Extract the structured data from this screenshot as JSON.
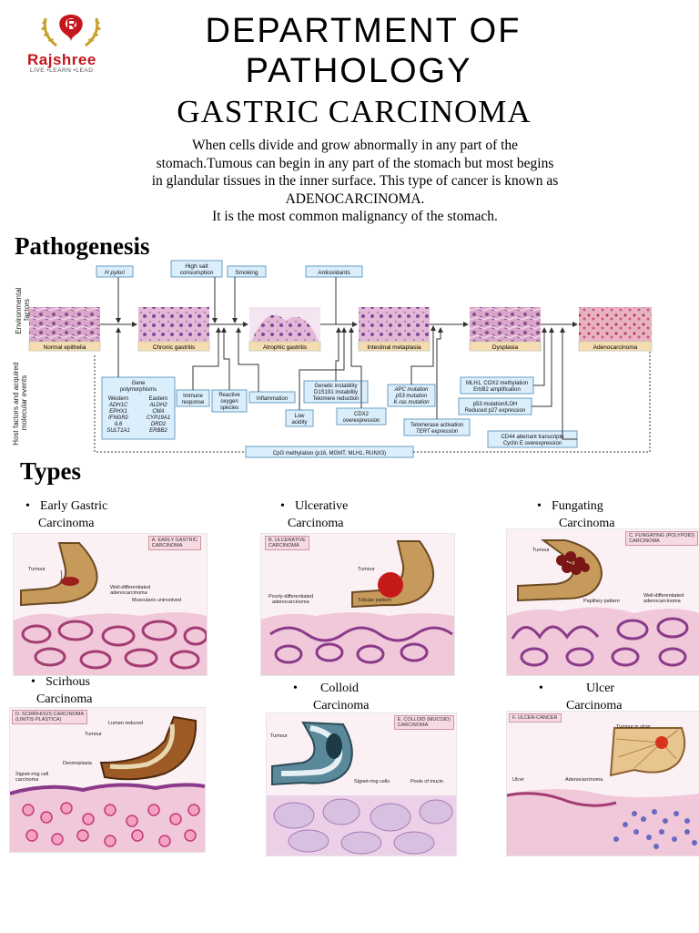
{
  "logo": {
    "name": "Rajshree",
    "tagline": "LIVE •LEARN •LEAD"
  },
  "header": {
    "line1": "DEPARTMENT OF",
    "line2": "PATHOLOGY",
    "subtitle": "GASTRIC CARCINOMA"
  },
  "intro": {
    "line1": "When cells divide and grow abnormally in any part of the",
    "line2": "stomach.Tumous can begin in any part of the stomach but most begins",
    "line3": "in glandular tissues in the inner surface.  This type of cancer is known as",
    "line4": "ADENOCARCINOMA.",
    "line5": "It is the most common malignancy  of the stomach."
  },
  "pathogenesis": {
    "heading": "Pathogenesis",
    "side_top": [
      "Environmental",
      "factors"
    ],
    "side_bottom": [
      "Host factors and acquired",
      "molecular events"
    ],
    "stages": [
      "Normal epithelia",
      "Chronic gastritis",
      "Atrophic gastritis",
      "Intestinal metaplasia",
      "Dysplasia",
      "Adenocarcinoma"
    ],
    "env": {
      "hpylori": "H pylori",
      "salt1": "High salt",
      "salt2": "consumption",
      "smoking": "Smoking",
      "antiox": "Antioxidants"
    },
    "host": {
      "gene_title1": "Gene",
      "gene_title2": "polymorphisms",
      "western": "Western",
      "eastern": "Eastern",
      "w_genes": [
        "ADH1C",
        "EPHX1",
        "IFNGR2",
        "IL6",
        "SULT1A1"
      ],
      "e_genes": [
        "ALDH2",
        "CMA",
        "CYP19A1",
        "DRD2",
        "ERBB2"
      ],
      "immune": [
        "Immune",
        "response"
      ],
      "ros": [
        "Reactive",
        "oxygen",
        "species"
      ],
      "inflam": "Inflammation",
      "genetic": [
        "Genetic instability",
        "D1S191 instability",
        "Telomere reduction"
      ],
      "lowacid": [
        "Low",
        "acidity"
      ],
      "cdx2": [
        "CDX2",
        "overexpression"
      ],
      "apc": [
        "APC mutation",
        "p53 mutation",
        "K-ras mutation"
      ],
      "telomerase": [
        "Telomerase activation",
        "TERT expression"
      ],
      "mlh1": [
        "MLH1, COX2 methylation",
        "ErbB2 amplification"
      ],
      "p53loh": [
        "p53 mutation/LOH",
        "Reduced p27 expression"
      ],
      "cd44": [
        "CD44 aberrant transcripte",
        "Cyclin E overexpression"
      ],
      "cpg": "CpG methylation (p16, MGMT, MLH1, RUNX3)"
    }
  },
  "types": {
    "heading": "Types",
    "bullet": "•",
    "items": [
      {
        "l1": "Early Gastric",
        "l2": "Carcinoma",
        "tag1": "A. EARLY GASTRIC",
        "tag2": "CARCINOMA",
        "a1": "Tumour",
        "a2": "Well-differentiated",
        "a3": "adenocarcinoma",
        "a4": "Muscularis uninvolved"
      },
      {
        "l1": "Ulcerative",
        "l2": "Carcinoma",
        "tag1": "B. ULCERATIVE",
        "tag2": "CARCINOMA",
        "a1": "Tumour",
        "a2": "Poorly-differentiated",
        "a3": "adenocarcinoma",
        "a4": "Tubular pattern"
      },
      {
        "l1": "Fungating",
        "l2": "Carcinoma",
        "tag1": "C. FUNGATING (POLYPOID)",
        "tag2": "CARCINOMA",
        "a1": "Tumour",
        "a2": "Papillary pattern",
        "a3": "Well-differentiated",
        "a4": "adenocarcinoma"
      },
      {
        "l1": "Scirhous",
        "l2": "Carcinoma",
        "tag1": "D. SCIRRHOUS CARCINOMA",
        "tag2": "(LINITIS PLASTICA)",
        "a1": "Lumen reduced",
        "a2": "Tumour",
        "a3": "Desmoplasia",
        "a4": "Signet-ring cell carcinoma"
      },
      {
        "l1": "Colloid",
        "l2": "Carcinoma",
        "tag1": "E. COLLOID (MUCOID)",
        "tag2": "CARCINOMA",
        "a1": "Tumour",
        "a2": "Signet-ring cells",
        "a3": "Pools of mucin",
        "a4": ""
      },
      {
        "l1": "Ulcer",
        "l2": "Carcinoma",
        "tag1": "F. ULCER-CANCER",
        "tag2": "",
        "a1": "Tumour in ulcer",
        "a2": "Ulcer",
        "a3": "Adenocarcinoma",
        "a4": ""
      }
    ]
  }
}
